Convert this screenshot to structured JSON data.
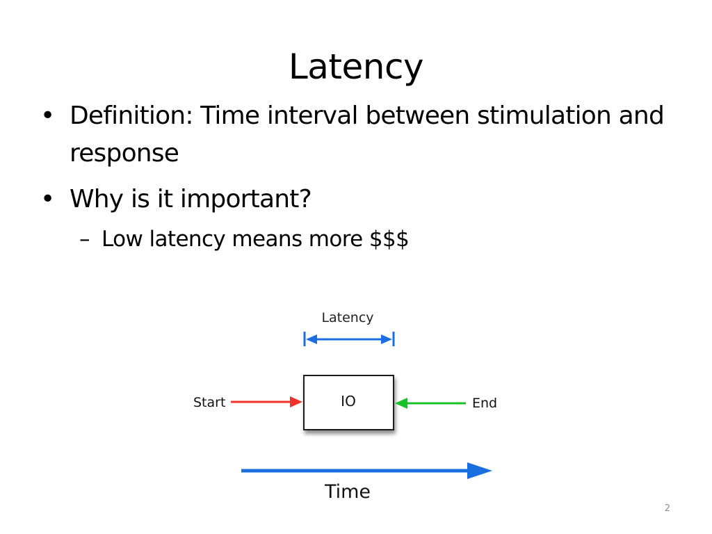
{
  "slide": {
    "title": "Latency",
    "bullets": [
      {
        "marker": "•",
        "text": "Definition: Time interval between stimulation and response"
      },
      {
        "marker": "•",
        "text": "Why is it important?"
      }
    ],
    "sub_bullets": [
      {
        "marker": "–",
        "text": "Low latency means more $$$"
      }
    ],
    "page_number": "2"
  },
  "diagram": {
    "latency_label": "Latency",
    "start_label": "Start",
    "box_label": "IO",
    "end_label": "End",
    "time_label": "Time",
    "colors": {
      "latency_arrow": "#1a6fe0",
      "start_arrow": "#f0332a",
      "end_arrow": "#17c127",
      "time_arrow": "#1a6fe0",
      "box_border": "#1a1a1a",
      "box_fill": "#ffffff",
      "box_shadow": "#9a9a9a"
    }
  }
}
